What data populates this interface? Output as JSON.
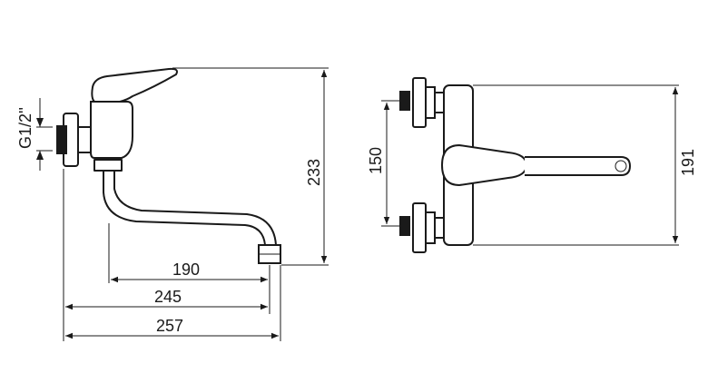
{
  "side_view": {
    "thread_label": "G1/2''",
    "dim_height": "233",
    "dim_spout_190": "190",
    "dim_spout_245": "245",
    "dim_total_257": "257"
  },
  "top_view": {
    "dim_connector_spacing": "150",
    "dim_width": "191"
  },
  "colors": {
    "ink": "#1a1a1a",
    "background": "#ffffff"
  }
}
